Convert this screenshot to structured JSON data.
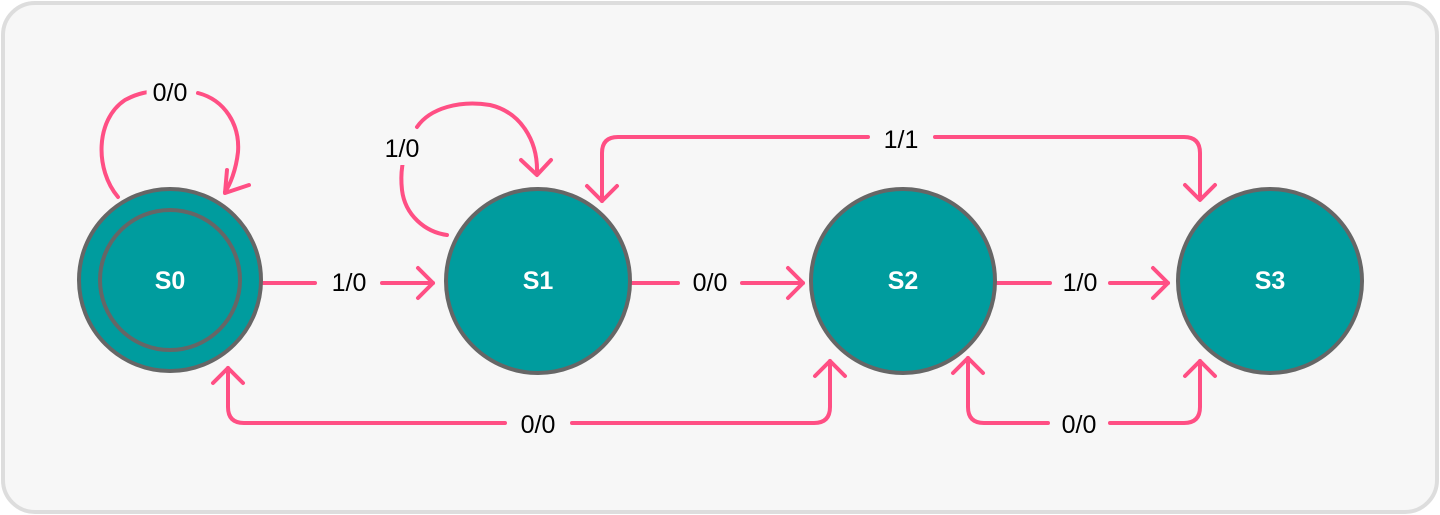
{
  "colors": {
    "background": "#f7f7f7",
    "border": "#dddddd",
    "state_fill": "#009c9e",
    "state_stroke": "#666666",
    "edge": "#ff4f84",
    "label_text": "#000000",
    "state_text": "#ffffff"
  },
  "states": [
    {
      "id": "S0",
      "label": "S0",
      "initial": true
    },
    {
      "id": "S1",
      "label": "S1"
    },
    {
      "id": "S2",
      "label": "S2"
    },
    {
      "id": "S3",
      "label": "S3"
    }
  ],
  "transitions": [
    {
      "id": "t-s0-s0",
      "from": "S0",
      "to": "S0",
      "label": "0/0"
    },
    {
      "id": "t-s0-s1",
      "from": "S0",
      "to": "S1",
      "label": "1/0"
    },
    {
      "id": "t-s1-s1",
      "from": "S1",
      "to": "S1",
      "label": "1/0"
    },
    {
      "id": "t-s1-s2",
      "from": "S1",
      "to": "S2",
      "label": "0/0"
    },
    {
      "id": "t-s2-s3",
      "from": "S2",
      "to": "S3",
      "label": "1/0"
    },
    {
      "id": "t-s3-s1",
      "from": "S3",
      "to": "S1",
      "label": "1/1"
    },
    {
      "id": "t-s2-s0",
      "from": "S2",
      "to": "S0",
      "label": "0/0"
    },
    {
      "id": "t-s3-s2",
      "from": "S3",
      "to": "S2",
      "label": "0/0"
    }
  ]
}
